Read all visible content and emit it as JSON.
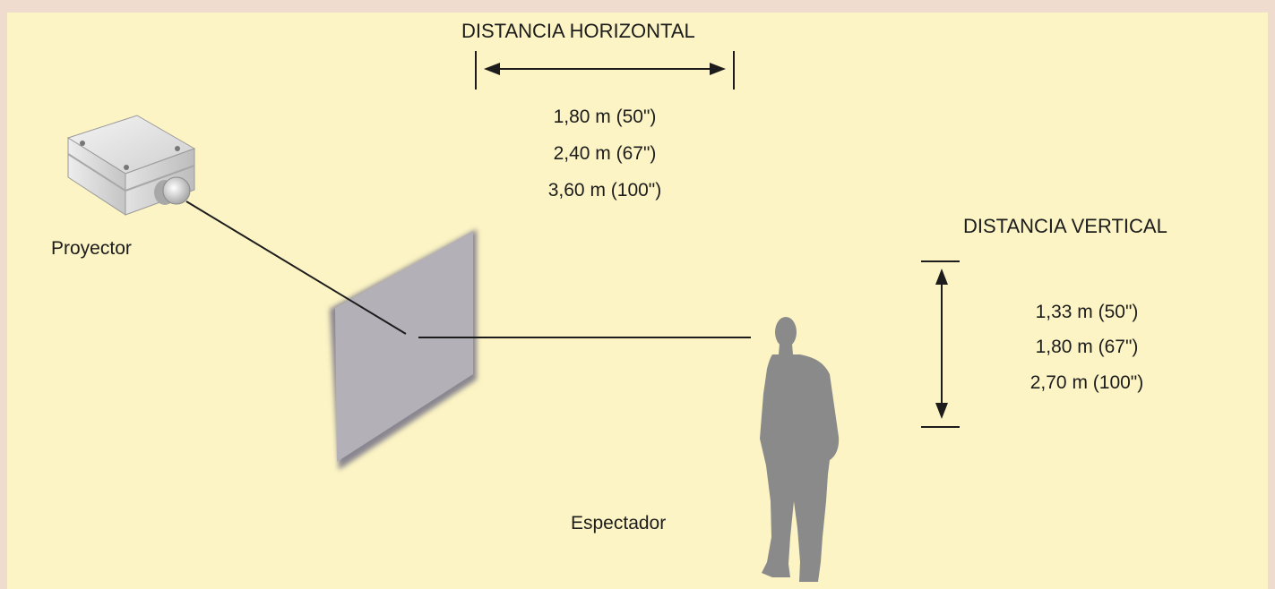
{
  "horizontal": {
    "title": "DISTANCIA HORIZONTAL",
    "values": [
      "1,80 m (50\")",
      "2,40 m (67\")",
      "3,60 m (100\")"
    ]
  },
  "vertical": {
    "title": "DISTANCIA VERTICAL",
    "values": [
      "1,33 m (50\")",
      "1,80 m (67\")",
      "2,70 m (100\")"
    ]
  },
  "labels": {
    "projector": "Proyector",
    "viewer": "Espectador"
  },
  "colors": {
    "background": "#fcf4c4",
    "border": "#f0dccf",
    "screen": "#b4b0b8",
    "silhouette": "#8a8a8a",
    "lines": "#1c1c1c"
  }
}
